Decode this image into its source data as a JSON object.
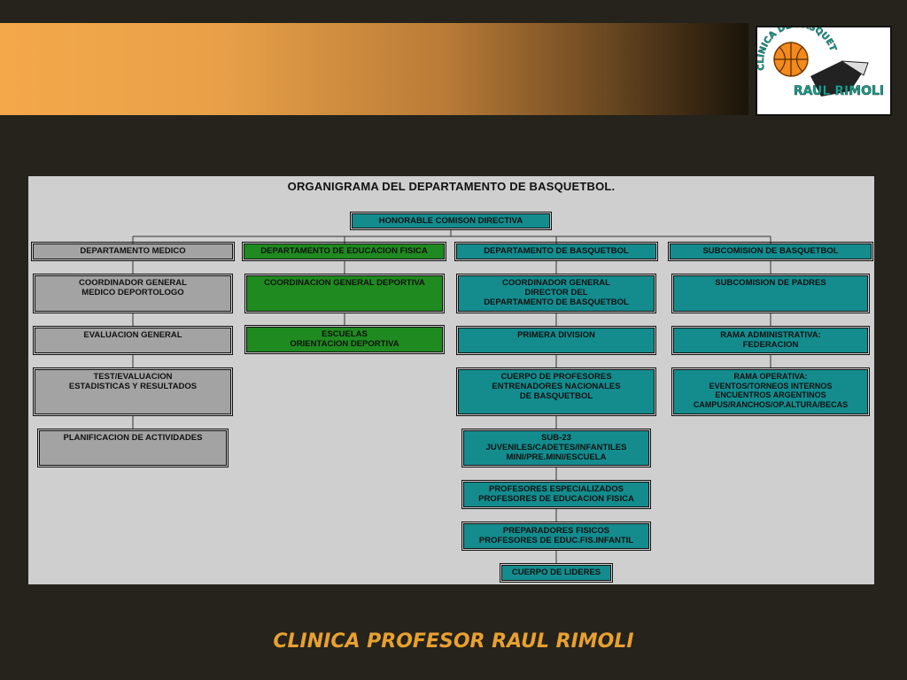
{
  "logo": {
    "text_top": "CLINICA DE BASQUETBOL",
    "text_name": "RAUL RIMOLI"
  },
  "chart": {
    "title": "ORGANIGRAMA DEL DEPARTAMENTO DE BASQUETBOL.",
    "root": "HONORABLE COMISON DIRECTIVA",
    "medico": {
      "dept": "DEPARTAMENTO MEDICO",
      "items": [
        "COORDINADOR GENERAL\nMEDICO DEPORTOLOGO",
        "EVALUACION GENERAL",
        "TEST/EVALUACION\nESTADISTICAS Y RESULTADOS",
        "PLANIFICACION DE ACTIVIDADES"
      ]
    },
    "educacion": {
      "dept": "DEPARTAMENTO DE EDUCACION FISICA",
      "items": [
        "COORDINACION GENERAL DEPORTIVA",
        "ESCUELAS\nORIENTACION DEPORTIVA"
      ]
    },
    "basquetbol": {
      "dept": "DEPARTAMENTO DE BASQUETBOL",
      "items": [
        "COORDINADOR GENERAL\nDIRECTOR DEL\nDEPARTAMENTO DE BASQUETBOL",
        "PRIMERA DIVISION",
        "CUERPO DE PROFESORES\nENTRENADORES NACIONALES\nDE BASQUETBOL",
        "SUB-23\nJUVENILES/CADETES/INFANTILES\nMINI/PRE.MINI/ESCUELA",
        "PROFESORES ESPECIALIZADOS\nPROFESORES DE EDUCACION FISICA",
        "PREPARADORES FISICOS\nPROFESORES DE EDUC.FIS.INFANTIL",
        "CUERPO DE LIDERES"
      ]
    },
    "subcomision": {
      "dept": "SUBCOMISION DE BASQUETBOL",
      "items": [
        "SUBCOMISION DE PADRES",
        "RAMA ADMINISTRATIVA:\nFEDERACION",
        "RAMA OPERATIVA:\nEVENTOS/TORNEOS INTERNOS\nENCUENTROS ARGENTINOS\nCAMPUS/RANCHOS/OP.ALTURA/BECAS"
      ]
    }
  },
  "footer": {
    "text": "CLINICA PROFESOR RAUL RIMOLI"
  },
  "colors": {
    "gray_box": "#a3a3a3",
    "teal_box": "#148c8e",
    "green_box": "#1f8a1f",
    "footer_text": "#e8a030",
    "background": "#25231b"
  }
}
